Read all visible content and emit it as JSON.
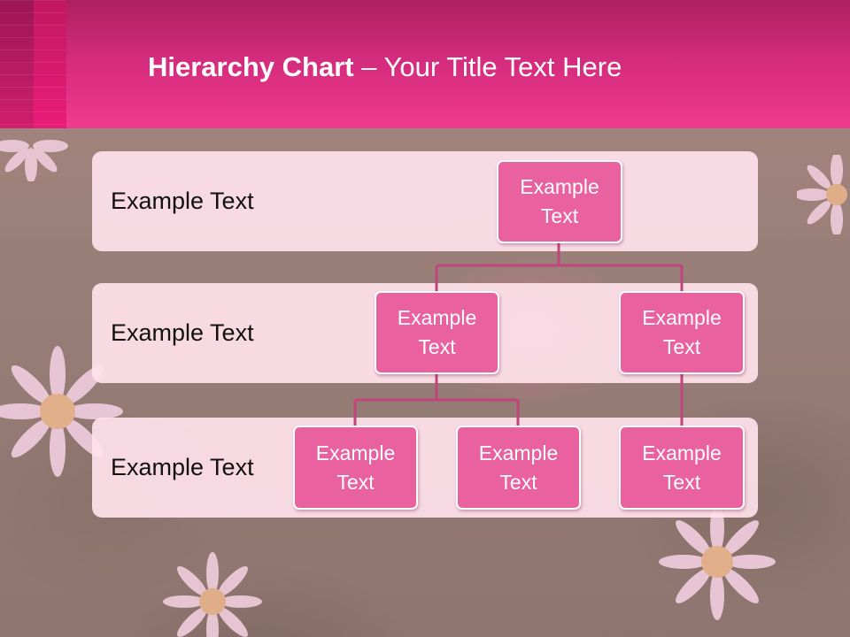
{
  "slide": {
    "title_bold": "Hierarchy Chart",
    "title_rest": " – Your Title Text Here"
  },
  "bands": [
    {
      "label": "Example Text"
    },
    {
      "label": "Example Text"
    },
    {
      "label": "Example Text"
    }
  ],
  "nodes": {
    "root": "Example Text",
    "level2_left": "Example Text",
    "level2_right": "Example Text",
    "level3_left_a": "Example Text",
    "level3_left_b": "Example Text",
    "level3_right": "Example Text"
  },
  "colors": {
    "header": "#e0307f",
    "node_fill": "#e9619f",
    "band_fill": "#ffe2ec",
    "connector": "#c2447c"
  }
}
